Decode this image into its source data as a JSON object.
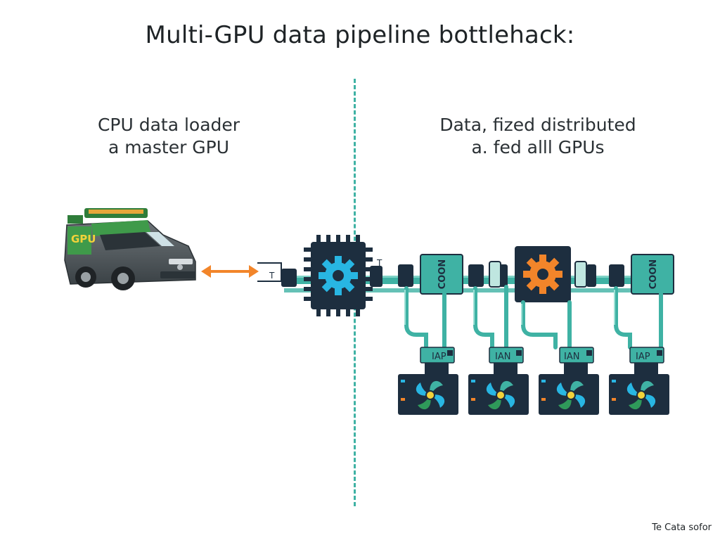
{
  "title": "Multi-GPU data pipeline bottlehack:",
  "left": {
    "caption_lines": [
      "CPU data loader",
      "a master GPU"
    ],
    "van_badge": "GPU",
    "port_label": "T"
  },
  "right": {
    "caption_lines": [
      "Data, fized distributed",
      "a. fed alll GPUs"
    ],
    "module_label": "COON",
    "port_label": "T",
    "fan_labels": [
      "IAP",
      "IAN",
      "IAN",
      "IAP"
    ]
  },
  "footer": "Te Cata sofor",
  "colors": {
    "teal": "#3fb2a4",
    "navy": "#1d2e3f",
    "cyan_gear": "#28b6e3",
    "orange": "#f2852a",
    "arrow": "#f2852a"
  }
}
